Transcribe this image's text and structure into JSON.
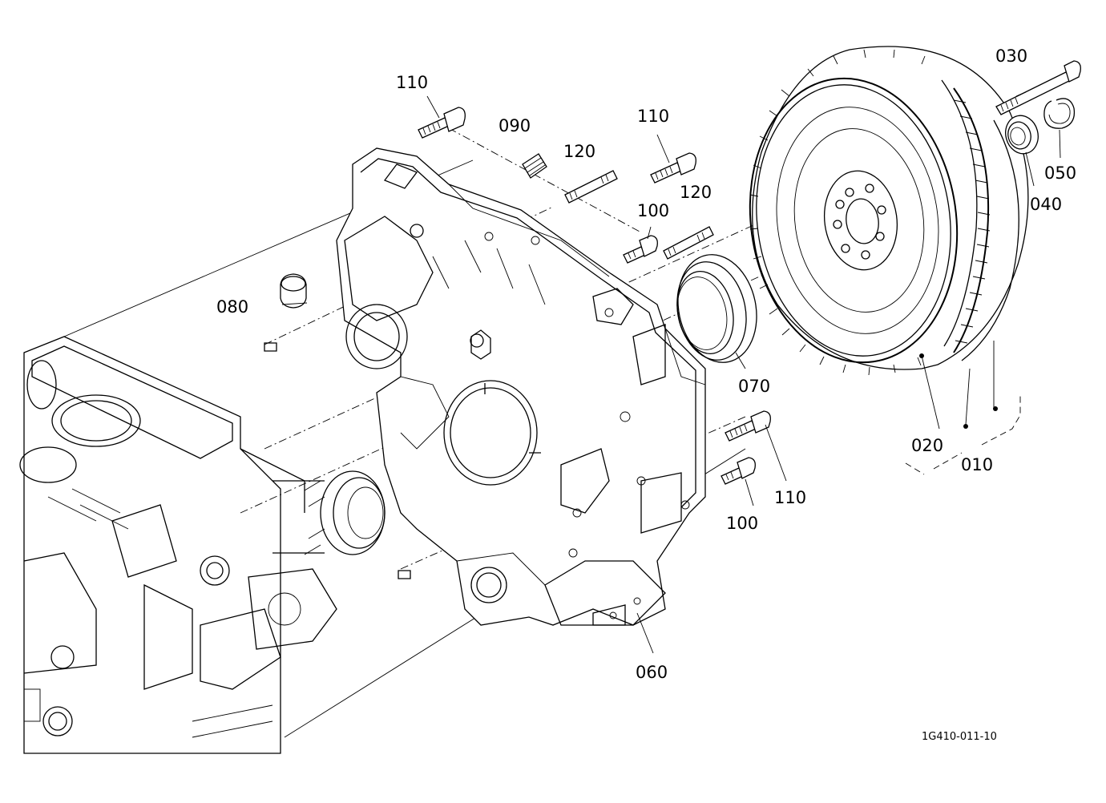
{
  "document_id": "1G410-011-10",
  "callouts": [
    {
      "number": "110",
      "part": "bolt"
    },
    {
      "number": "090",
      "part": "plug"
    },
    {
      "number": "120",
      "part": "stud"
    },
    {
      "number": "110",
      "part": "bolt"
    },
    {
      "number": "100",
      "part": "bolt"
    },
    {
      "number": "120",
      "part": "stud"
    },
    {
      "number": "080",
      "part": "cap"
    },
    {
      "number": "070",
      "part": "oil-seal"
    },
    {
      "number": "030",
      "part": "flywheel-bolt"
    },
    {
      "number": "040",
      "part": "bearing"
    },
    {
      "number": "050",
      "part": "snap-ring"
    },
    {
      "number": "020",
      "part": "ring-gear"
    },
    {
      "number": "010",
      "part": "flywheel-assembly"
    },
    {
      "number": "110",
      "part": "bolt"
    },
    {
      "number": "100",
      "part": "bolt"
    },
    {
      "number": "060",
      "part": "flywheel-housing"
    }
  ]
}
